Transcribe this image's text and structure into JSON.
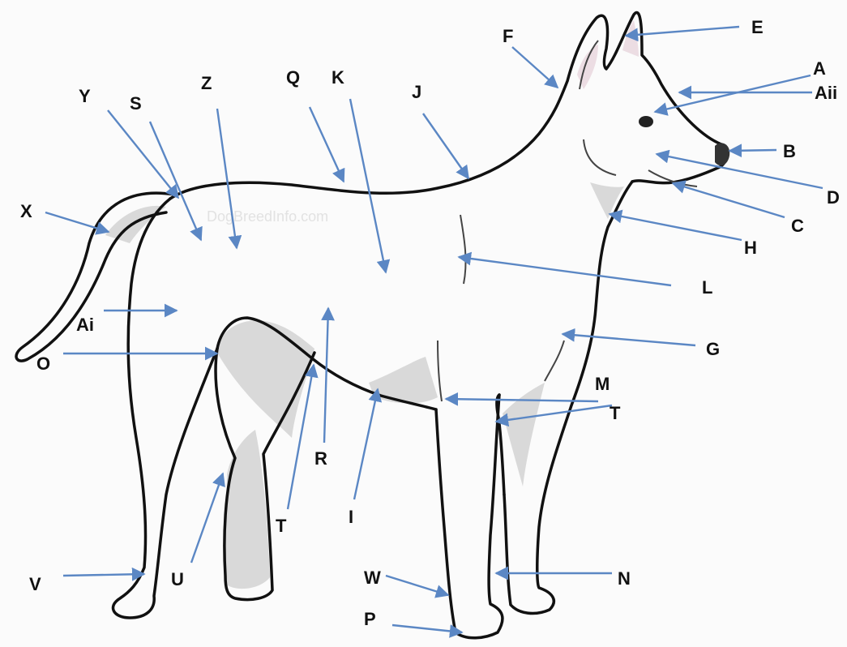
{
  "diagram": {
    "watermark": "DogBreedInfo.com",
    "colors": {
      "arrow": "#5b87c4",
      "outline": "#111111",
      "shade": "#d9d9d9"
    },
    "labels": [
      {
        "id": "E",
        "text": "E"
      },
      {
        "id": "F",
        "text": "F"
      },
      {
        "id": "A",
        "text": "A"
      },
      {
        "id": "Aii",
        "text": "Aii"
      },
      {
        "id": "B",
        "text": "B"
      },
      {
        "id": "D",
        "text": "D"
      },
      {
        "id": "C",
        "text": "C"
      },
      {
        "id": "H",
        "text": "H"
      },
      {
        "id": "J",
        "text": "J"
      },
      {
        "id": "K",
        "text": "K"
      },
      {
        "id": "Q",
        "text": "Q"
      },
      {
        "id": "Z",
        "text": "Z"
      },
      {
        "id": "S",
        "text": "S"
      },
      {
        "id": "Y",
        "text": "Y"
      },
      {
        "id": "X",
        "text": "X"
      },
      {
        "id": "Ai",
        "text": "Ai"
      },
      {
        "id": "O",
        "text": "O"
      },
      {
        "id": "L",
        "text": "L"
      },
      {
        "id": "G",
        "text": "G"
      },
      {
        "id": "M",
        "text": "M"
      },
      {
        "id": "T1",
        "text": "T"
      },
      {
        "id": "N",
        "text": "N"
      },
      {
        "id": "R",
        "text": "R"
      },
      {
        "id": "T2",
        "text": "T"
      },
      {
        "id": "I",
        "text": "I"
      },
      {
        "id": "U",
        "text": "U"
      },
      {
        "id": "V",
        "text": "V"
      },
      {
        "id": "W",
        "text": "W"
      },
      {
        "id": "P",
        "text": "P"
      }
    ]
  }
}
